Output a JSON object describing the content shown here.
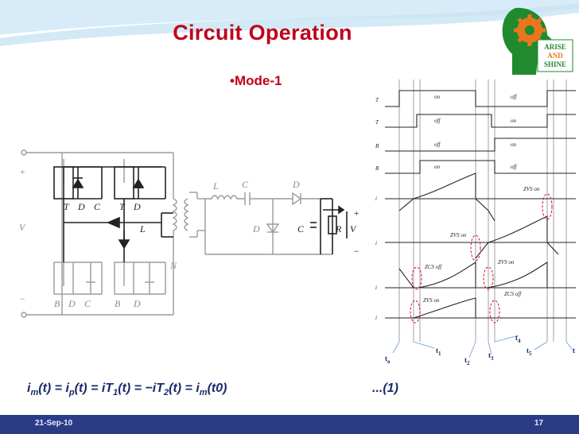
{
  "slide": {
    "title": "Circuit Operation",
    "subtitle": "•Mode-1",
    "equation": {
      "parts": [
        "i",
        "m",
        "(t) = i",
        "p",
        "(t) = iT",
        "1",
        "(t) = −iT",
        "2",
        "(t) = i",
        "m",
        "(t0)"
      ],
      "number": "...(1)"
    },
    "footer": {
      "date": "21-Sep-10",
      "page": "17"
    },
    "logo": {
      "line1": "ARISE",
      "line2": "AND",
      "line3": "SHINE",
      "colors": {
        "green": "#1f8a2e",
        "orange": "#e8761c"
      }
    }
  },
  "circuit": {
    "labels": {
      "plus": "+",
      "minus": "−",
      "vin": "V",
      "t1": "T",
      "dt1": "D",
      "ct1": "C",
      "t2": "T",
      "dt2": "D",
      "b1": "B",
      "db1": "D",
      "cb1": "C",
      "b2": "B",
      "db2": "D",
      "lm": "L",
      "ratio": "N",
      "lfk": "L",
      "cr": "C",
      "d1": "D",
      "d2": "D",
      "co": "C",
      "ro": "R",
      "vo": "V",
      "oplus": "+",
      "ominus": "−"
    }
  },
  "timing": {
    "rows": [
      {
        "name": "T",
        "states": [
          "on",
          "off"
        ]
      },
      {
        "name": "T",
        "states": [
          "off",
          "on"
        ]
      },
      {
        "name": "B",
        "states": [
          "off",
          "on"
        ]
      },
      {
        "name": "B",
        "states": [
          "on",
          "off"
        ]
      }
    ],
    "waves": [
      "i",
      "i",
      "i",
      "i"
    ],
    "annotations": {
      "zvs_on_1": "ZVS on",
      "zvs_on_2": "ZVS on",
      "zvs_on_3": "ZVS on",
      "zvs_on_4": "ZVS on",
      "zcs_off_1": "ZCS off",
      "zcs_off_2": "ZCS off"
    },
    "time_labels": [
      "t",
      "t",
      "t",
      "t",
      "t",
      "t",
      "t"
    ],
    "time_subs": [
      "o",
      "1",
      "2",
      "3",
      "4",
      "5",
      ""
    ]
  },
  "colors": {
    "title_red": "#c0001a",
    "footer_blue": "#2a3c86",
    "text_blue": "#1a2a6a",
    "band_blue": "#d7ecf8"
  }
}
